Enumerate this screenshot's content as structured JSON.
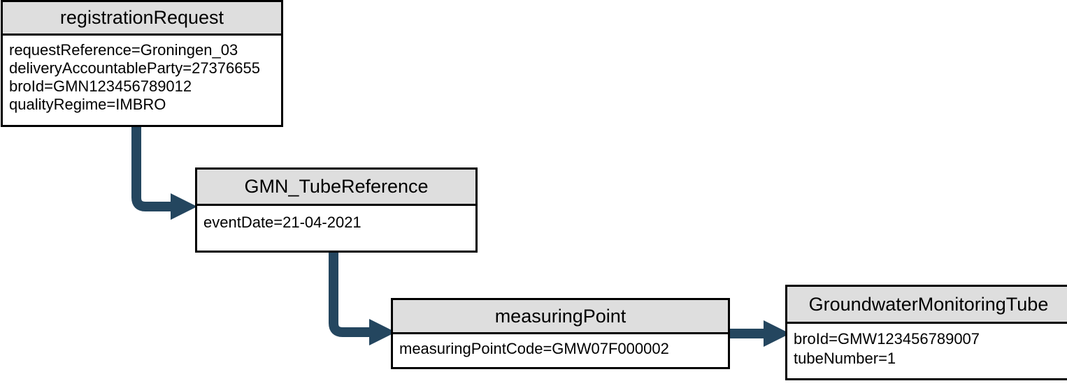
{
  "diagram": {
    "title": "registrationRequest object diagram",
    "type": "object-instance-diagram",
    "background_color": "#FFFFFF",
    "header_fill": "#DEDEDE",
    "border_color": "#000000",
    "connector_color": "#24465F"
  },
  "nodes": [
    {
      "id": "registrationRequest",
      "header": "registrationRequest",
      "attributes": [
        "requestReference=Groningen_03",
        "deliveryAccountableParty=27376655",
        "broId=GMN123456789012",
        "qualityRegime=IMBRO"
      ]
    },
    {
      "id": "gmnTubeReference",
      "header": "GMN_TubeReference",
      "attributes": [
        "eventDate=21-04-2021"
      ]
    },
    {
      "id": "measuringPoint",
      "header": "measuringPoint",
      "attributes": [
        "measuringPointCode=GMW07F000002"
      ]
    },
    {
      "id": "groundwaterMonitoringTube",
      "header": "GroundwaterMonitoringTube",
      "attributes": [
        "broId=GMW123456789007",
        "tubeNumber=1"
      ]
    }
  ],
  "edges": [
    {
      "id": "edge-registrationRequest-to-gmnTubeReference",
      "from": "registrationRequest",
      "to": "gmnTubeReference",
      "style": "elbow-down-right",
      "arrowhead": "solid-triangle"
    },
    {
      "id": "edge-gmnTubeReference-to-measuringPoint",
      "from": "gmnTubeReference",
      "to": "measuringPoint",
      "style": "elbow-down-right",
      "arrowhead": "solid-triangle"
    },
    {
      "id": "edge-measuringPoint-to-groundwaterMonitoringTube",
      "from": "measuringPoint",
      "to": "groundwaterMonitoringTube",
      "style": "straight-right",
      "arrowhead": "solid-triangle"
    }
  ]
}
